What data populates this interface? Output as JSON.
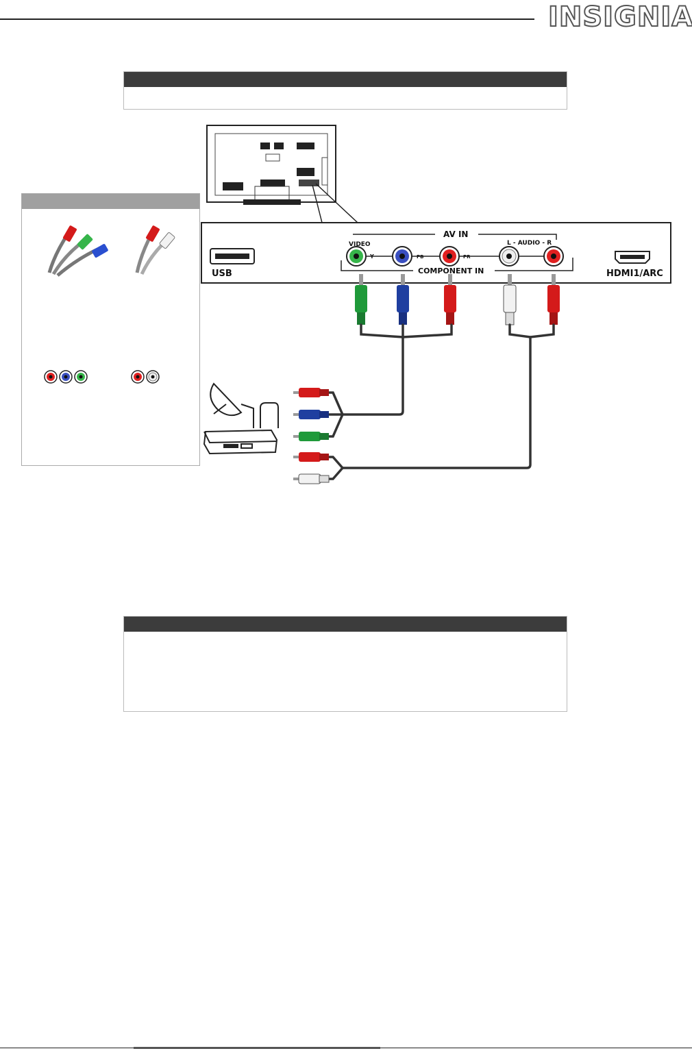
{
  "brand": {
    "logo_text": "INSIGNIA"
  },
  "panel_labels": {
    "av_in": "AV IN",
    "video": "VIDEO",
    "y": "Y",
    "pb": "PB",
    "pr": "PR",
    "l_audio_r": "L - AUDIO -  R",
    "component_in": "COMPONENT IN",
    "usb": "USB",
    "hdmi": "HDMI1/ARC"
  },
  "colors": {
    "green": "#1f9a3a",
    "blue": "#1f3fa0",
    "red": "#d41a1a",
    "white": "#f2f2f2",
    "cable": "#333333"
  }
}
